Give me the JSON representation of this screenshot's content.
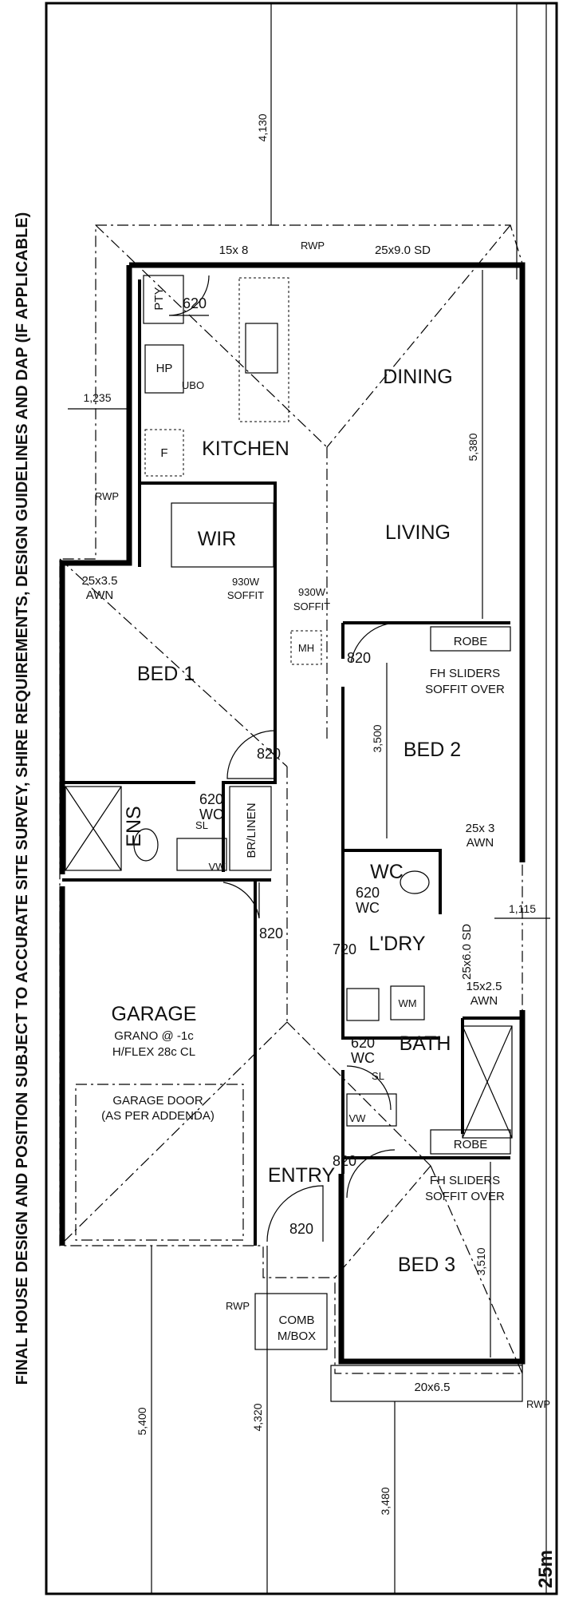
{
  "side_note": "FINAL HOUSE DESIGN AND POSITION SUBJECT TO ACCURATE SITE SURVEY, SHIRE REQUIREMENTS, DESIGN GUIDELINES AND DAP (IF APPLICABLE)",
  "lot_width": "25m",
  "rooms": {
    "kitchen": "KITCHEN",
    "dining": "DINING",
    "living": "LIVING",
    "wir": "WIR",
    "bed1": "BED 1",
    "bed2": "BED 2",
    "bed3": "BED 3",
    "ens": "ENS",
    "br_linen": "BR/LINEN",
    "wc": "WC",
    "ldry": "L'DRY",
    "bath": "BATH",
    "garage": "GARAGE",
    "entry": "ENTRY"
  },
  "notes": {
    "pty": "PTY",
    "hp": "HP",
    "ubo": "UBO",
    "fridge": "F",
    "mh": "MH",
    "wm": "WM",
    "sl1": "SL",
    "sl2": "SL",
    "vw1": "VW",
    "vw2": "VW",
    "robe1": "ROBE",
    "robe2": "ROBE",
    "fh_sliders1": "FH SLIDERS",
    "soffit_over1": "SOFFIT OVER",
    "fh_sliders2": "FH SLIDERS",
    "soffit_over2": "SOFFIT OVER",
    "soffit1_w": "930W",
    "soffit1": "SOFFIT",
    "soffit2_w": "930W",
    "soffit2": "SOFFIT",
    "garage_floor": "GRANO @ -1c",
    "garage_ceiling": "H/FLEX  28c CL",
    "garage_door1": "GARAGE DOOR",
    "garage_door2": "(AS PER ADDENDA)",
    "comb": "COMB",
    "mbox": "M/BOX",
    "rwp1": "RWP",
    "rwp2": "RWP",
    "rwp3": "RWP",
    "rwp4": "RWP"
  },
  "windows": {
    "w1": "15x 8",
    "w2": "25x9.0 SD",
    "w3": "25x3.5",
    "w3b": "AWN",
    "w4": "25x 3",
    "w4b": "AWN",
    "w5": "25x6.0 SD",
    "w6": "15x2.5",
    "w6b": "AWN",
    "w7": "20x6.5"
  },
  "doors": {
    "d620_pty": "620",
    "d820_bed2": "820",
    "d820_bed1": "820",
    "d620_ens": "620",
    "d620_ens_wc": "WC",
    "d620_wc": "620",
    "d620_wc_wc": "WC",
    "d820_garage": "820",
    "d720_ldry": "720",
    "d620_bath": "620",
    "d620_bath_wc": "WC",
    "d820_bed3": "820",
    "d820_entry": "820"
  },
  "dimensions": {
    "top_setback": "4,130",
    "side_1235": "1,235",
    "living_depth": "5,380",
    "bed2_depth": "3,500",
    "side_1115": "1,115",
    "bed3_depth": "3,510",
    "garage_setback": "5,400",
    "entry_setback": "4,320",
    "front_setback": "3,480"
  }
}
